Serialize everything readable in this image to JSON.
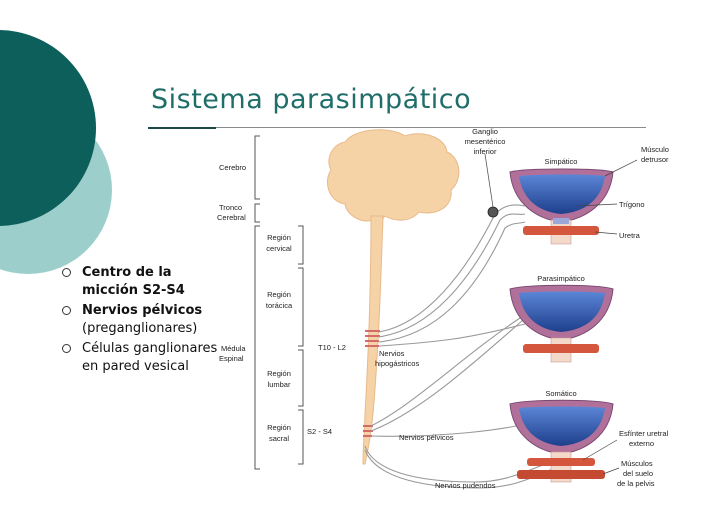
{
  "slide": {
    "title": "Sistema parasimpático",
    "bullets": [
      {
        "bold": "Centro de la micción S2-S4",
        "text": ""
      },
      {
        "bold": "Nervios pélvicos",
        "text": "(preganglionares)"
      },
      {
        "bold": "",
        "text": "Células ganglionares en pared vesical"
      }
    ]
  },
  "diagram": {
    "cns_labels": {
      "cerebro": "Cerebro",
      "tronco_1": "Tronco",
      "tronco_2": "Cerebral",
      "medula_1": "Médula",
      "medula_2": "Espinal"
    },
    "regions": [
      {
        "l1": "Región",
        "l2": "cervical"
      },
      {
        "l1": "Región",
        "l2": "torácica"
      },
      {
        "l1": "Región",
        "l2": "lumbar"
      },
      {
        "l1": "Región",
        "l2": "sacral"
      }
    ],
    "levels": {
      "t10_l2": "T10 - L2",
      "s2_s4": "S2 - S4"
    },
    "ganglion": {
      "l1": "Ganglio",
      "l2": "mesentérico",
      "l3": "inferior"
    },
    "nerves": {
      "hipo_1": "Nervios",
      "hipo_2": "hipogástricos",
      "pelvicos": "Nervios pélvicos",
      "pudendos": "Nervios pudendos"
    },
    "bladders": {
      "simpatico": "Simpático",
      "parasimpatico": "Parasimpático",
      "somatico": "Somático"
    },
    "anatomy": {
      "musculo_1": "Músculo",
      "musculo_2": "detrusor",
      "trigono": "Trígono",
      "uretra": "Uretra",
      "esfinter_1": "Esfínter uretral",
      "esfinter_2": "externo",
      "suelo_1": "Músculos",
      "suelo_2": "del suelo",
      "suelo_3": "de la pelvis"
    },
    "colors": {
      "brain": "#f6d3a6",
      "bladder_wall": "#b0709a",
      "bladder_inner": "#2a4f9e",
      "muscle": "#d4573d",
      "accent_dark": "#0d5f5b",
      "accent_light": "#9ccfcb"
    }
  }
}
